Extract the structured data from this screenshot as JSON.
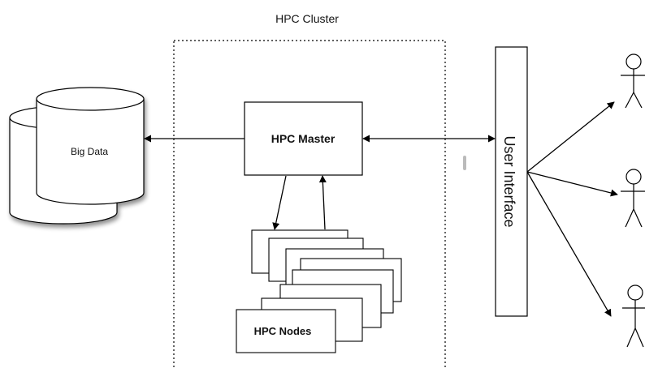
{
  "cluster": {
    "title": "HPC Cluster"
  },
  "storage": {
    "label": "Big Data"
  },
  "master": {
    "label": "HPC Master"
  },
  "nodes": {
    "label": "HPC Nodes",
    "stack_count": 8
  },
  "ui": {
    "label": "User Interface"
  },
  "users": {
    "count": 3
  }
}
